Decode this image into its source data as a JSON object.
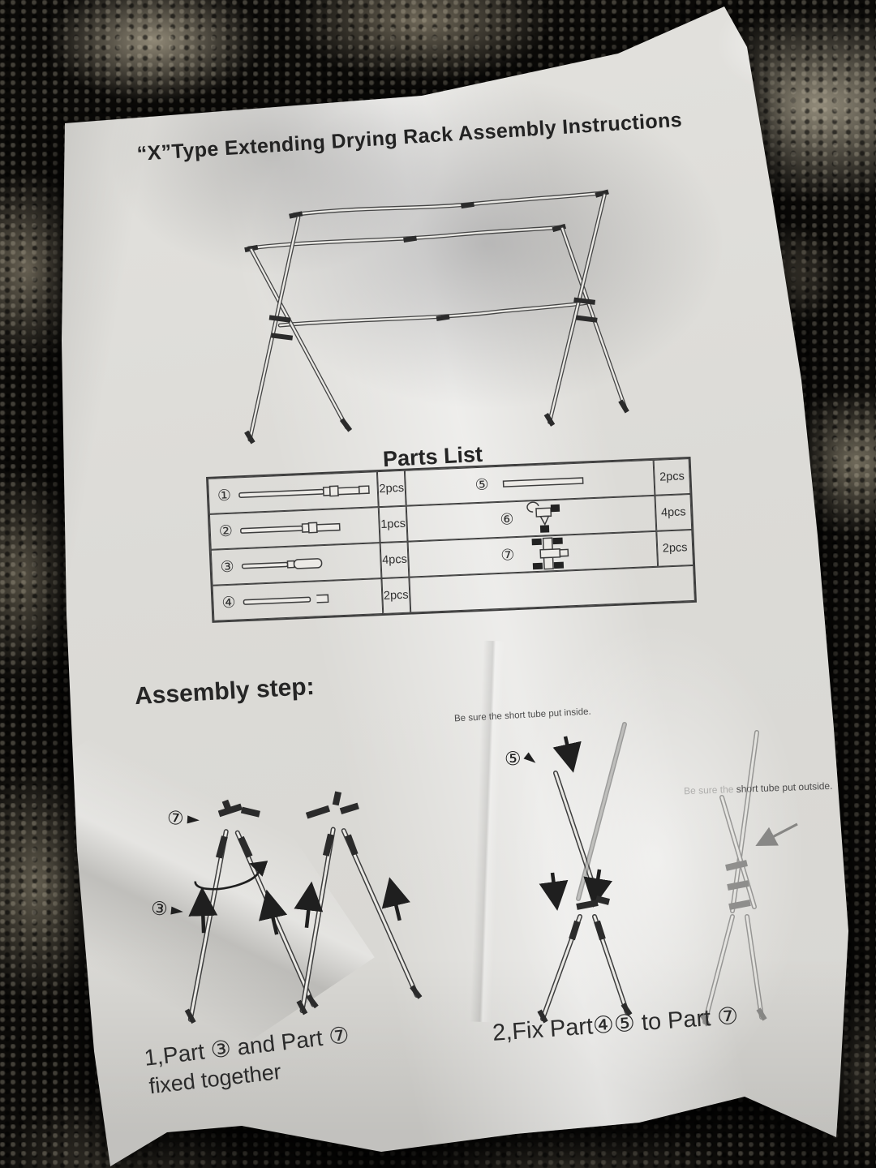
{
  "sheet": {
    "title": "“X”Type Extending Drying Rack Assembly Instructions"
  },
  "parts": {
    "heading": "Parts List",
    "left": [
      {
        "num": "①",
        "qty": "2pcs"
      },
      {
        "num": "②",
        "qty": "1pcs"
      },
      {
        "num": "③",
        "qty": "4pcs"
      },
      {
        "num": "④",
        "qty": "2pcs"
      }
    ],
    "right": [
      {
        "num": "⑤",
        "qty": "2pcs"
      },
      {
        "num": "⑥",
        "qty": "4pcs"
      },
      {
        "num": "⑦",
        "qty": "2pcs"
      }
    ]
  },
  "assembly": {
    "heading": "Assembly step:",
    "label3": "③",
    "label5": "⑤",
    "label7": "⑦",
    "note_inside": "Be sure the short tube put inside.",
    "note_outside_faded": "Be sure the",
    "note_outside_rest": " short tube put outside.",
    "caption1_line1": "1,Part ③ and Part ⑦",
    "caption1_line2": "fixed together",
    "caption2": "2,Fix Part④⑤ to Part ⑦"
  },
  "colors": {
    "paper": "#dcdbd7",
    "ink": "#2b2b2b",
    "carpet_dark": "#0b0a08",
    "carpet_light": "#978f7c"
  }
}
